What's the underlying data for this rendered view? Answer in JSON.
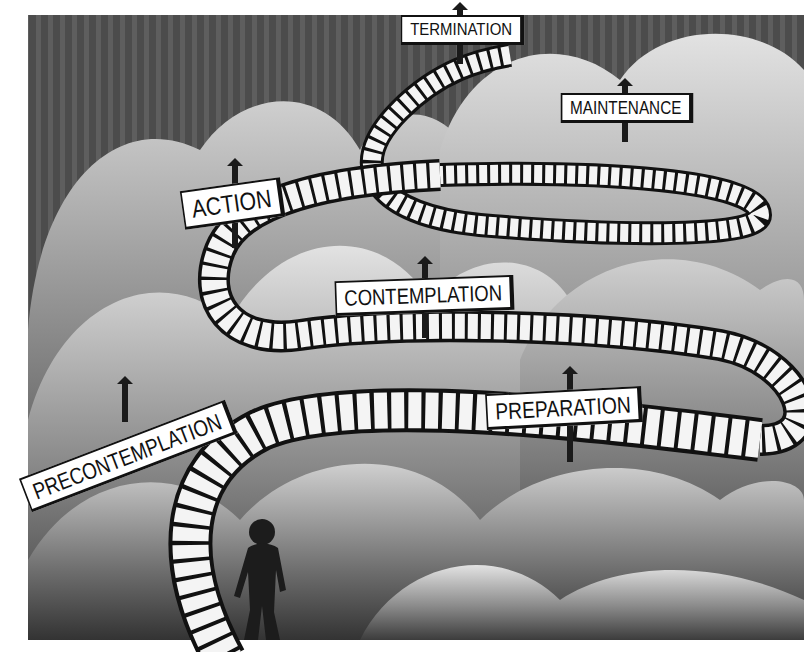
{
  "diagram": {
    "nodes": [
      {
        "text": [
          "TERMINATION"
        ]
      },
      {
        "text": [
          "MAINTENANCE"
        ]
      },
      {
        "text": [
          "ACTION"
        ]
      },
      {
        "text": [
          "CONTEMPLATION"
        ]
      },
      {
        "text": [
          "PREPARATION"
        ]
      },
      {
        "text": [
          "PRECONTEMPLATION"
        ]
      }
    ]
  }
}
